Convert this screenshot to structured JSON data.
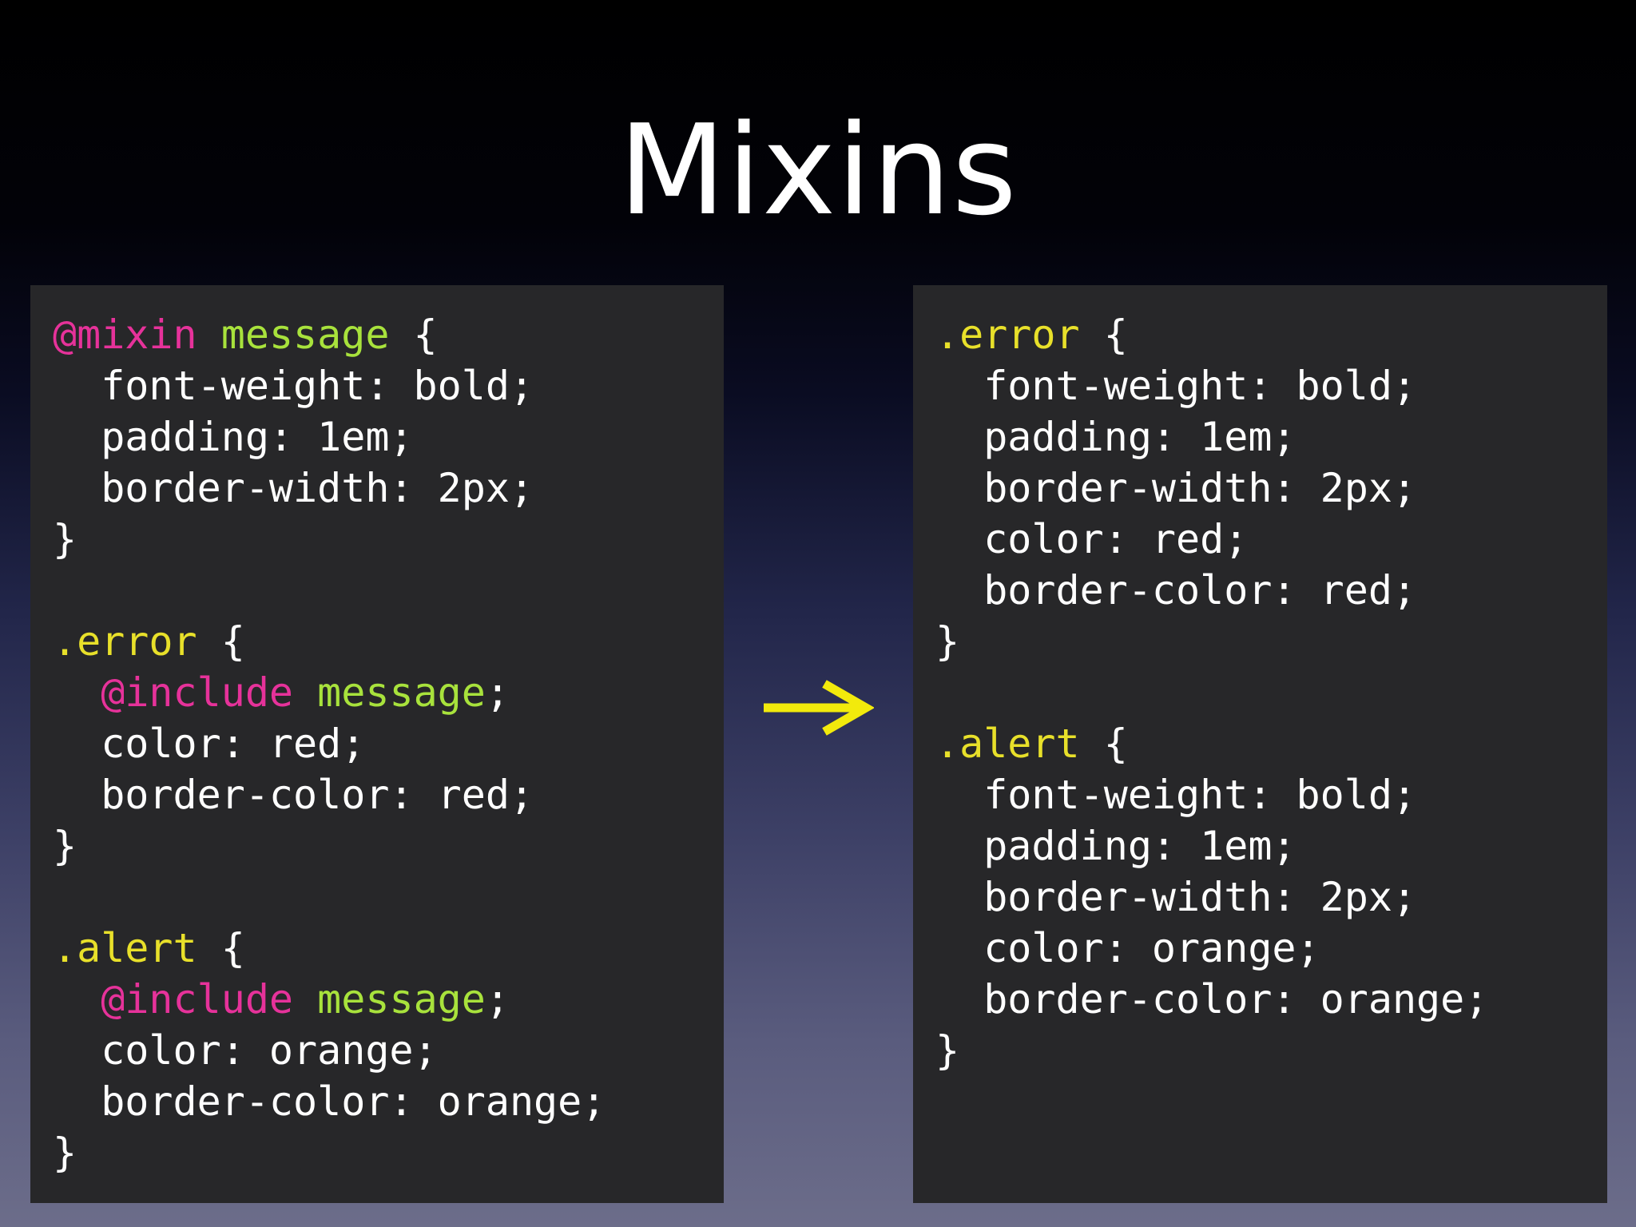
{
  "slide": {
    "title": "Mixins"
  },
  "colors": {
    "at_rule": "#e6329a",
    "identifier": "#a8e23c",
    "selector": "#e8e02a",
    "text": "#ffffff",
    "panel": "#272729",
    "arrow": "#f2ea0c"
  },
  "source_code": {
    "lines": [
      [
        {
          "t": "@mixin",
          "c": "at"
        },
        {
          "t": " ",
          "c": "plain"
        },
        {
          "t": "message",
          "c": "name"
        },
        {
          "t": " {",
          "c": "plain"
        }
      ],
      [
        {
          "t": "  font-weight: bold;",
          "c": "plain"
        }
      ],
      [
        {
          "t": "  padding: 1em;",
          "c": "plain"
        }
      ],
      [
        {
          "t": "  border-width: 2px;",
          "c": "plain"
        }
      ],
      [
        {
          "t": "}",
          "c": "plain"
        }
      ],
      [
        {
          "t": "",
          "c": "plain"
        }
      ],
      [
        {
          "t": ".error",
          "c": "sel"
        },
        {
          "t": " {",
          "c": "plain"
        }
      ],
      [
        {
          "t": "  ",
          "c": "plain"
        },
        {
          "t": "@include",
          "c": "at"
        },
        {
          "t": " ",
          "c": "plain"
        },
        {
          "t": "message",
          "c": "name"
        },
        {
          "t": ";",
          "c": "plain"
        }
      ],
      [
        {
          "t": "  color: red;",
          "c": "plain"
        }
      ],
      [
        {
          "t": "  border-color: red;",
          "c": "plain"
        }
      ],
      [
        {
          "t": "}",
          "c": "plain"
        }
      ],
      [
        {
          "t": "",
          "c": "plain"
        }
      ],
      [
        {
          "t": ".alert",
          "c": "sel"
        },
        {
          "t": " {",
          "c": "plain"
        }
      ],
      [
        {
          "t": "  ",
          "c": "plain"
        },
        {
          "t": "@include",
          "c": "at"
        },
        {
          "t": " ",
          "c": "plain"
        },
        {
          "t": "message",
          "c": "name"
        },
        {
          "t": ";",
          "c": "plain"
        }
      ],
      [
        {
          "t": "  color: orange;",
          "c": "plain"
        }
      ],
      [
        {
          "t": "  border-color: orange;",
          "c": "plain"
        }
      ],
      [
        {
          "t": "}",
          "c": "plain"
        }
      ]
    ]
  },
  "compiled_code": {
    "lines": [
      [
        {
          "t": ".error",
          "c": "sel"
        },
        {
          "t": " {",
          "c": "plain"
        }
      ],
      [
        {
          "t": "  font-weight: bold;",
          "c": "plain"
        }
      ],
      [
        {
          "t": "  padding: 1em;",
          "c": "plain"
        }
      ],
      [
        {
          "t": "  border-width: 2px;",
          "c": "plain"
        }
      ],
      [
        {
          "t": "  color: red;",
          "c": "plain"
        }
      ],
      [
        {
          "t": "  border-color: red;",
          "c": "plain"
        }
      ],
      [
        {
          "t": "}",
          "c": "plain"
        }
      ],
      [
        {
          "t": "",
          "c": "plain"
        }
      ],
      [
        {
          "t": ".alert",
          "c": "sel"
        },
        {
          "t": " {",
          "c": "plain"
        }
      ],
      [
        {
          "t": "  font-weight: bold;",
          "c": "plain"
        }
      ],
      [
        {
          "t": "  padding: 1em;",
          "c": "plain"
        }
      ],
      [
        {
          "t": "  border-width: 2px;",
          "c": "plain"
        }
      ],
      [
        {
          "t": "  color: orange;",
          "c": "plain"
        }
      ],
      [
        {
          "t": "  border-color: orange;",
          "c": "plain"
        }
      ],
      [
        {
          "t": "}",
          "c": "plain"
        }
      ]
    ]
  },
  "arrow": {
    "icon": "arrow-right-icon"
  }
}
